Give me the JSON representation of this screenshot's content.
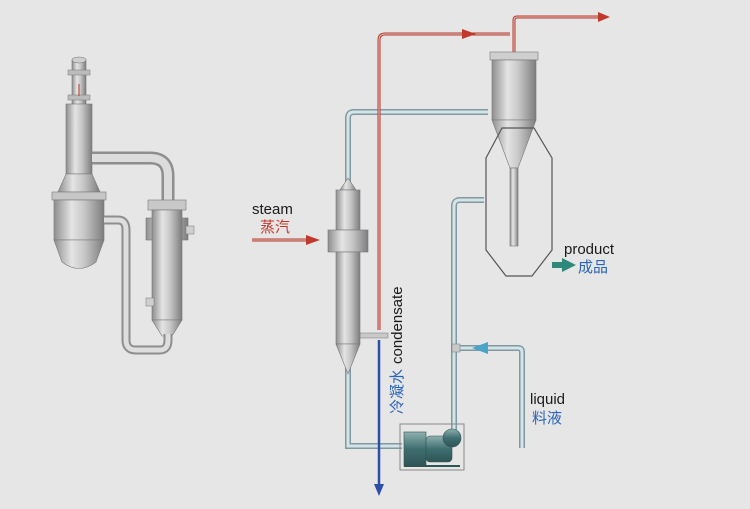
{
  "labels": {
    "steam_en": "steam",
    "steam_cn": "蒸汽",
    "product_en": "product",
    "product_cn": "成品",
    "liquid_en": "liquid",
    "liquid_cn": "料液",
    "condensate_en": "condensate",
    "condensate_cn": "冷凝水"
  },
  "colors": {
    "steam_line": "#c0392b",
    "condensate_line": "#2b4ea8",
    "product_arrow": "#2d8a7a",
    "liquid_arrow": "#4aa3c8",
    "pipe": "#9fb8bf",
    "vessel": "#b9b9b9"
  }
}
